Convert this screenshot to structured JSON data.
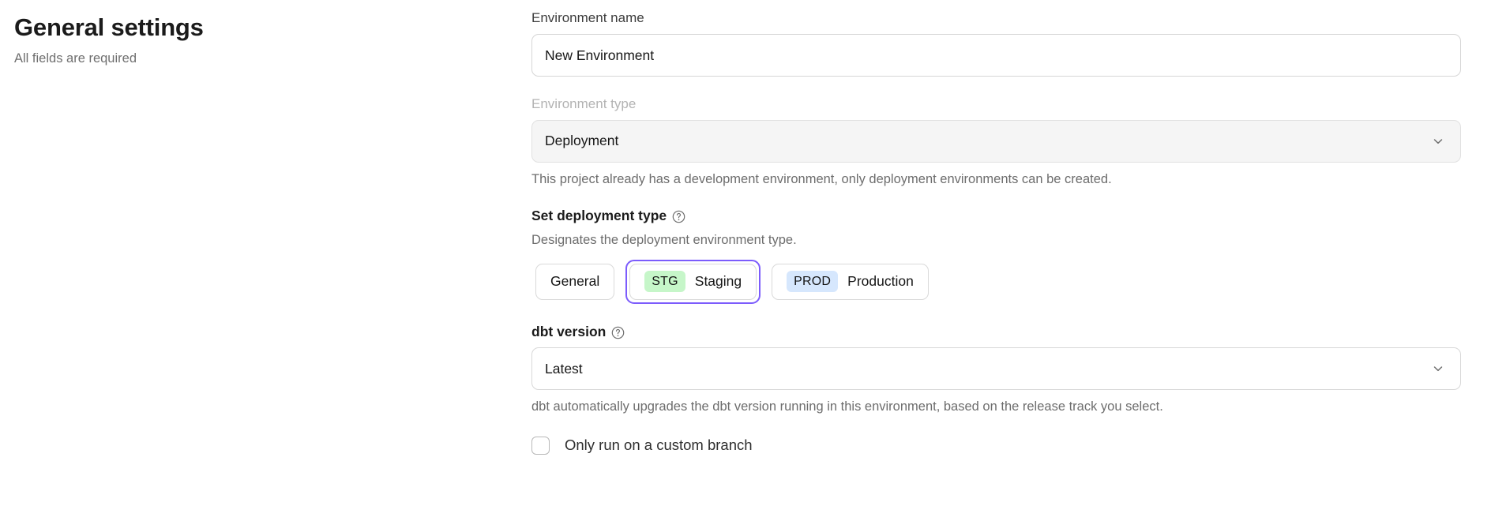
{
  "header": {
    "title": "General settings",
    "subtitle": "All fields are required"
  },
  "form": {
    "environment_name": {
      "label": "Environment name",
      "value": "New Environment",
      "placeholder": "Environment name"
    },
    "environment_type": {
      "label": "Environment type",
      "value": "Deployment",
      "help_text": "This project already has a development environment, only deployment environments can be created.",
      "disabled": true,
      "chevron_icon": "chevron-down-icon"
    },
    "deployment_type": {
      "label": "Set deployment type",
      "help_icon": "help-circle-icon",
      "description": "Designates the deployment environment type.",
      "selected": "Staging",
      "options": [
        {
          "label": "General",
          "badge": ""
        },
        {
          "label": "Staging",
          "badge": "STG",
          "badge_color": "#c6f6c9"
        },
        {
          "label": "Production",
          "badge": "PROD",
          "badge_color": "#d6e7fd"
        }
      ],
      "selected_outline_color": "#7c5cfc"
    },
    "dbt_version": {
      "label": "dbt version",
      "help_icon": "help-circle-icon",
      "value": "Latest",
      "help_text": "dbt automatically upgrades the dbt version running in this environment, based on the release track you select.",
      "chevron_icon": "chevron-down-icon"
    },
    "custom_branch": {
      "label": "Only run on a custom branch",
      "checked": false
    }
  }
}
